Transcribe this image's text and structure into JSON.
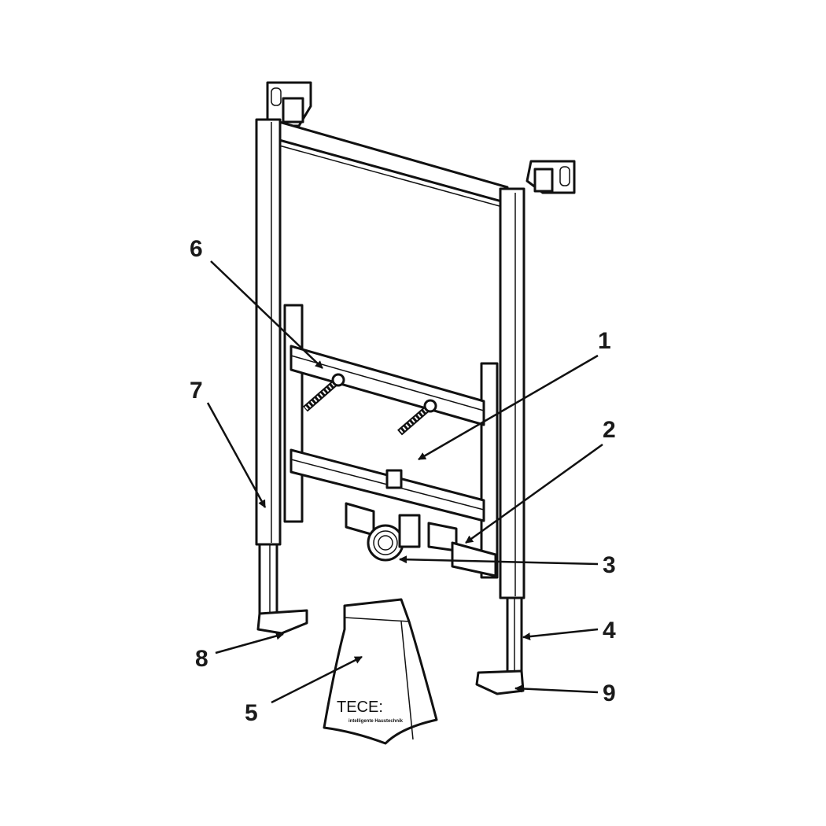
{
  "diagram": {
    "callouts": [
      {
        "number": "1",
        "target": "lower-crossbar"
      },
      {
        "number": "2",
        "target": "drain-elbow"
      },
      {
        "number": "3",
        "target": "drain-connector"
      },
      {
        "number": "4",
        "target": "right-adjustable-leg"
      },
      {
        "number": "5",
        "target": "accessory-bag"
      },
      {
        "number": "6",
        "target": "threaded-bolt"
      },
      {
        "number": "7",
        "target": "left-adjustable-leg"
      },
      {
        "number": "8",
        "target": "left-foot-plate"
      },
      {
        "number": "9",
        "target": "right-foot-plate"
      }
    ],
    "bag": {
      "brand": "TECE:",
      "tagline": "intelligente Haustechnik"
    }
  }
}
